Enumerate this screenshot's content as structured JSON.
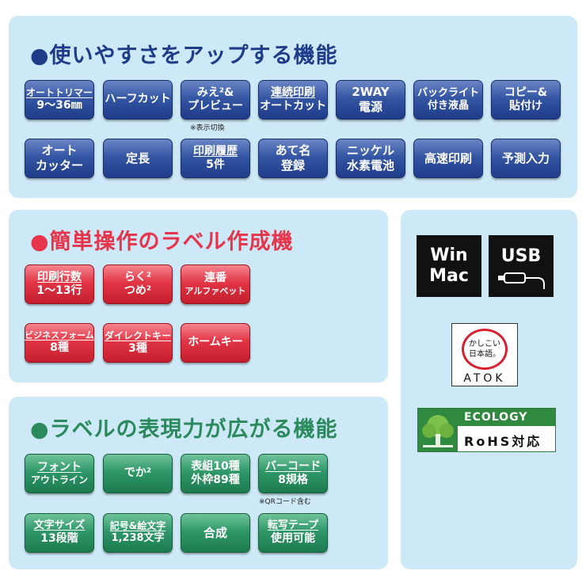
{
  "sections": {
    "usability": {
      "title": "●使いやすさをアップする機能",
      "buttons": [
        {
          "l1": "オートトリマー",
          "l2": "9～36㎜"
        },
        {
          "l1": "ハーフカット"
        },
        {
          "l1": "みえ²&",
          "l2": "プレビュー"
        },
        {
          "l1": "連続印刷",
          "l2": "オートカット"
        },
        {
          "l1": "2WAY",
          "l2": "電源"
        },
        {
          "l1": "バックライト",
          "l2": "付き液晶"
        },
        {
          "l1": "コピー&",
          "l2": "貼付け"
        },
        {
          "l1": "オート",
          "l2": "カッター"
        },
        {
          "l1": "定長"
        },
        {
          "l1": "印刷履歴",
          "l2": "5件"
        },
        {
          "l1": "あて名",
          "l2": "登録"
        },
        {
          "l1": "ニッケル",
          "l2": "水素電池"
        },
        {
          "l1": "高速印刷"
        },
        {
          "l1": "予測入力"
        }
      ],
      "note": "※表示切換"
    },
    "easy": {
      "title": "●簡単操作のラベル作成機",
      "buttons": [
        {
          "l1": "印刷行数",
          "l2": "1～13行"
        },
        {
          "l1": "らく²",
          "l2": "つめ²"
        },
        {
          "l1": "連番",
          "l2": "アルファベット"
        },
        {
          "l1": "ビジネスフォーム",
          "l2": "8種"
        },
        {
          "l1": "ダイレクトキー",
          "l2": "3種"
        },
        {
          "l1": "ホームキー"
        }
      ]
    },
    "expression": {
      "title": "●ラベルの表現力が広がる機能",
      "buttons": [
        {
          "l1": "フォント",
          "l2": "アウトライン"
        },
        {
          "l1": "でか²"
        },
        {
          "l1": "表組10種",
          "l2": "外枠89種"
        },
        {
          "l1": "バーコード",
          "l2": "8規格"
        },
        {
          "l1": "文字サイズ",
          "l2": "13段階"
        },
        {
          "l1": "記号&絵文字",
          "l2": "1,238文字"
        },
        {
          "l1": "合成"
        },
        {
          "l1": "転写テープ",
          "l2": "使用可能"
        }
      ],
      "note": "※QRコード含む"
    }
  },
  "badges": {
    "win_mac": {
      "l1": "Win",
      "l2": "Mac"
    },
    "usb": "USB",
    "atok": {
      "top": "かしこい",
      "mid": "日本語。",
      "bottom": "ATOK"
    },
    "ecology": {
      "title": "ECOLOGY",
      "sub": "RoHS対応"
    }
  },
  "colors": {
    "panel": "#cde8f6",
    "blue_title": "#1e3c88",
    "red_title": "#e6344a",
    "green_title": "#2a8a5c"
  }
}
